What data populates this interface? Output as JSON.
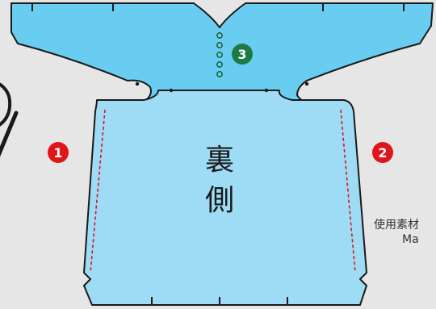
{
  "back_side_label": "裏側",
  "markers": [
    {
      "label": "1",
      "color": "#e0141b"
    },
    {
      "label": "2",
      "color": "#e0141b"
    },
    {
      "label": "3",
      "color": "#1e7a43"
    }
  ],
  "material_note": {
    "line1": "使用素材",
    "line2": "Ma"
  },
  "colors": {
    "upper_piece": "#68cdf1",
    "lower_piece": "#9edbf5",
    "outline": "#1a1a1a",
    "stitch_line": "#e0141b",
    "background": "#e6e6e6"
  }
}
